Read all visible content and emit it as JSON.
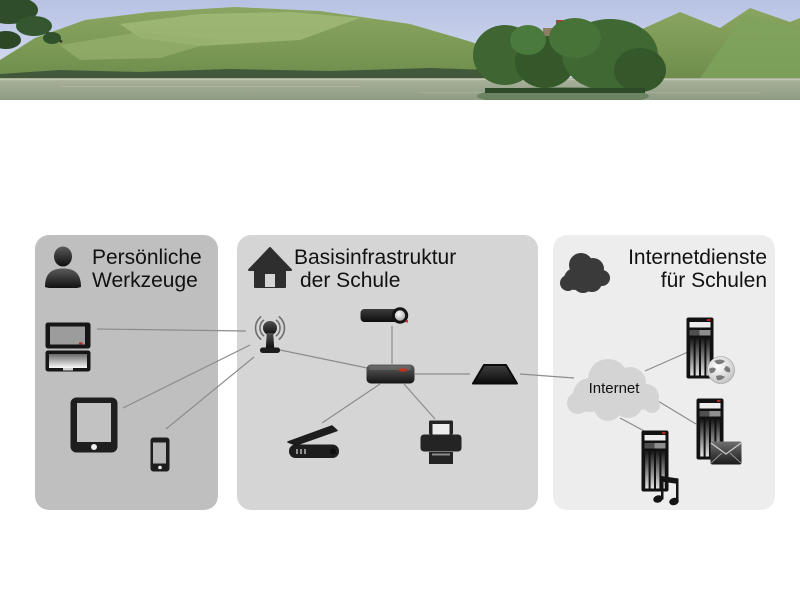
{
  "banner": {
    "scene": "lake-with-island-castle-and-mountains",
    "interactable": false
  },
  "panels": {
    "personal": {
      "title": [
        "Persönliche",
        "Werkzeuge"
      ],
      "icon": "person-icon",
      "bg": "#bfbfbf",
      "devices": [
        "laptop-icon",
        "tablet-icon",
        "smartphone-icon"
      ]
    },
    "school": {
      "title": [
        "Basisinfrastruktur",
        "der Schule"
      ],
      "icon": "house-icon",
      "bg": "#d5d5d5",
      "devices": [
        "wifi-access-point-icon",
        "projector-icon",
        "network-switch-icon",
        "modem-icon",
        "scanner-icon",
        "printer-icon"
      ]
    },
    "services": {
      "title": [
        "Internetdienste",
        "für Schulen"
      ],
      "icon": "cloud-icon",
      "bg": "#ededed",
      "devices": [
        "internet-cloud",
        "web-server-icon",
        "mail-server-icon",
        "media-server-icon"
      ]
    }
  },
  "labels": {
    "internet": "Internet"
  },
  "colors": {
    "panel_personal": "#bfbfbf",
    "panel_school": "#d5d5d5",
    "panel_services": "#ededed",
    "connector_line": "#8c8c8c",
    "icon_dark": "#1e1e1e",
    "led_red": "#c3321f",
    "internet_cloud": "#d4d4d4",
    "title_text": "#111111"
  }
}
